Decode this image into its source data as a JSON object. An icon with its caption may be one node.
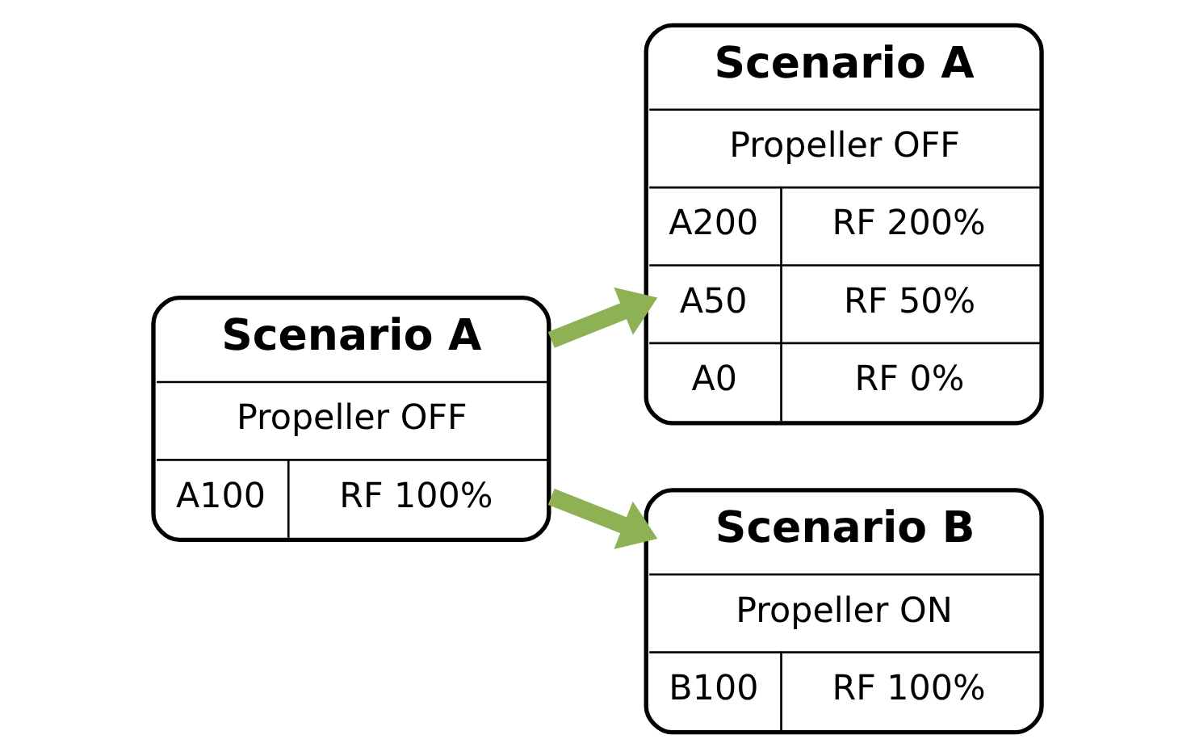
{
  "diagram": {
    "nodes": [
      {
        "text": [
          "Scenario A",
          "Propeller OFF",
          "A100",
          "RF 100%"
        ]
      },
      {
        "text": [
          "Scenario A",
          "Propeller OFF",
          "A200",
          "RF 200%",
          "A50",
          "RF 50%",
          "A0",
          "RF 0%"
        ]
      },
      {
        "text": [
          "Scenario B",
          "Propeller ON",
          "B100",
          "RF 100%"
        ]
      }
    ],
    "edges": [
      {
        "from": 0,
        "to": 1,
        "arrow": "to"
      },
      {
        "from": 0,
        "to": 2,
        "arrow": "to"
      }
    ]
  }
}
